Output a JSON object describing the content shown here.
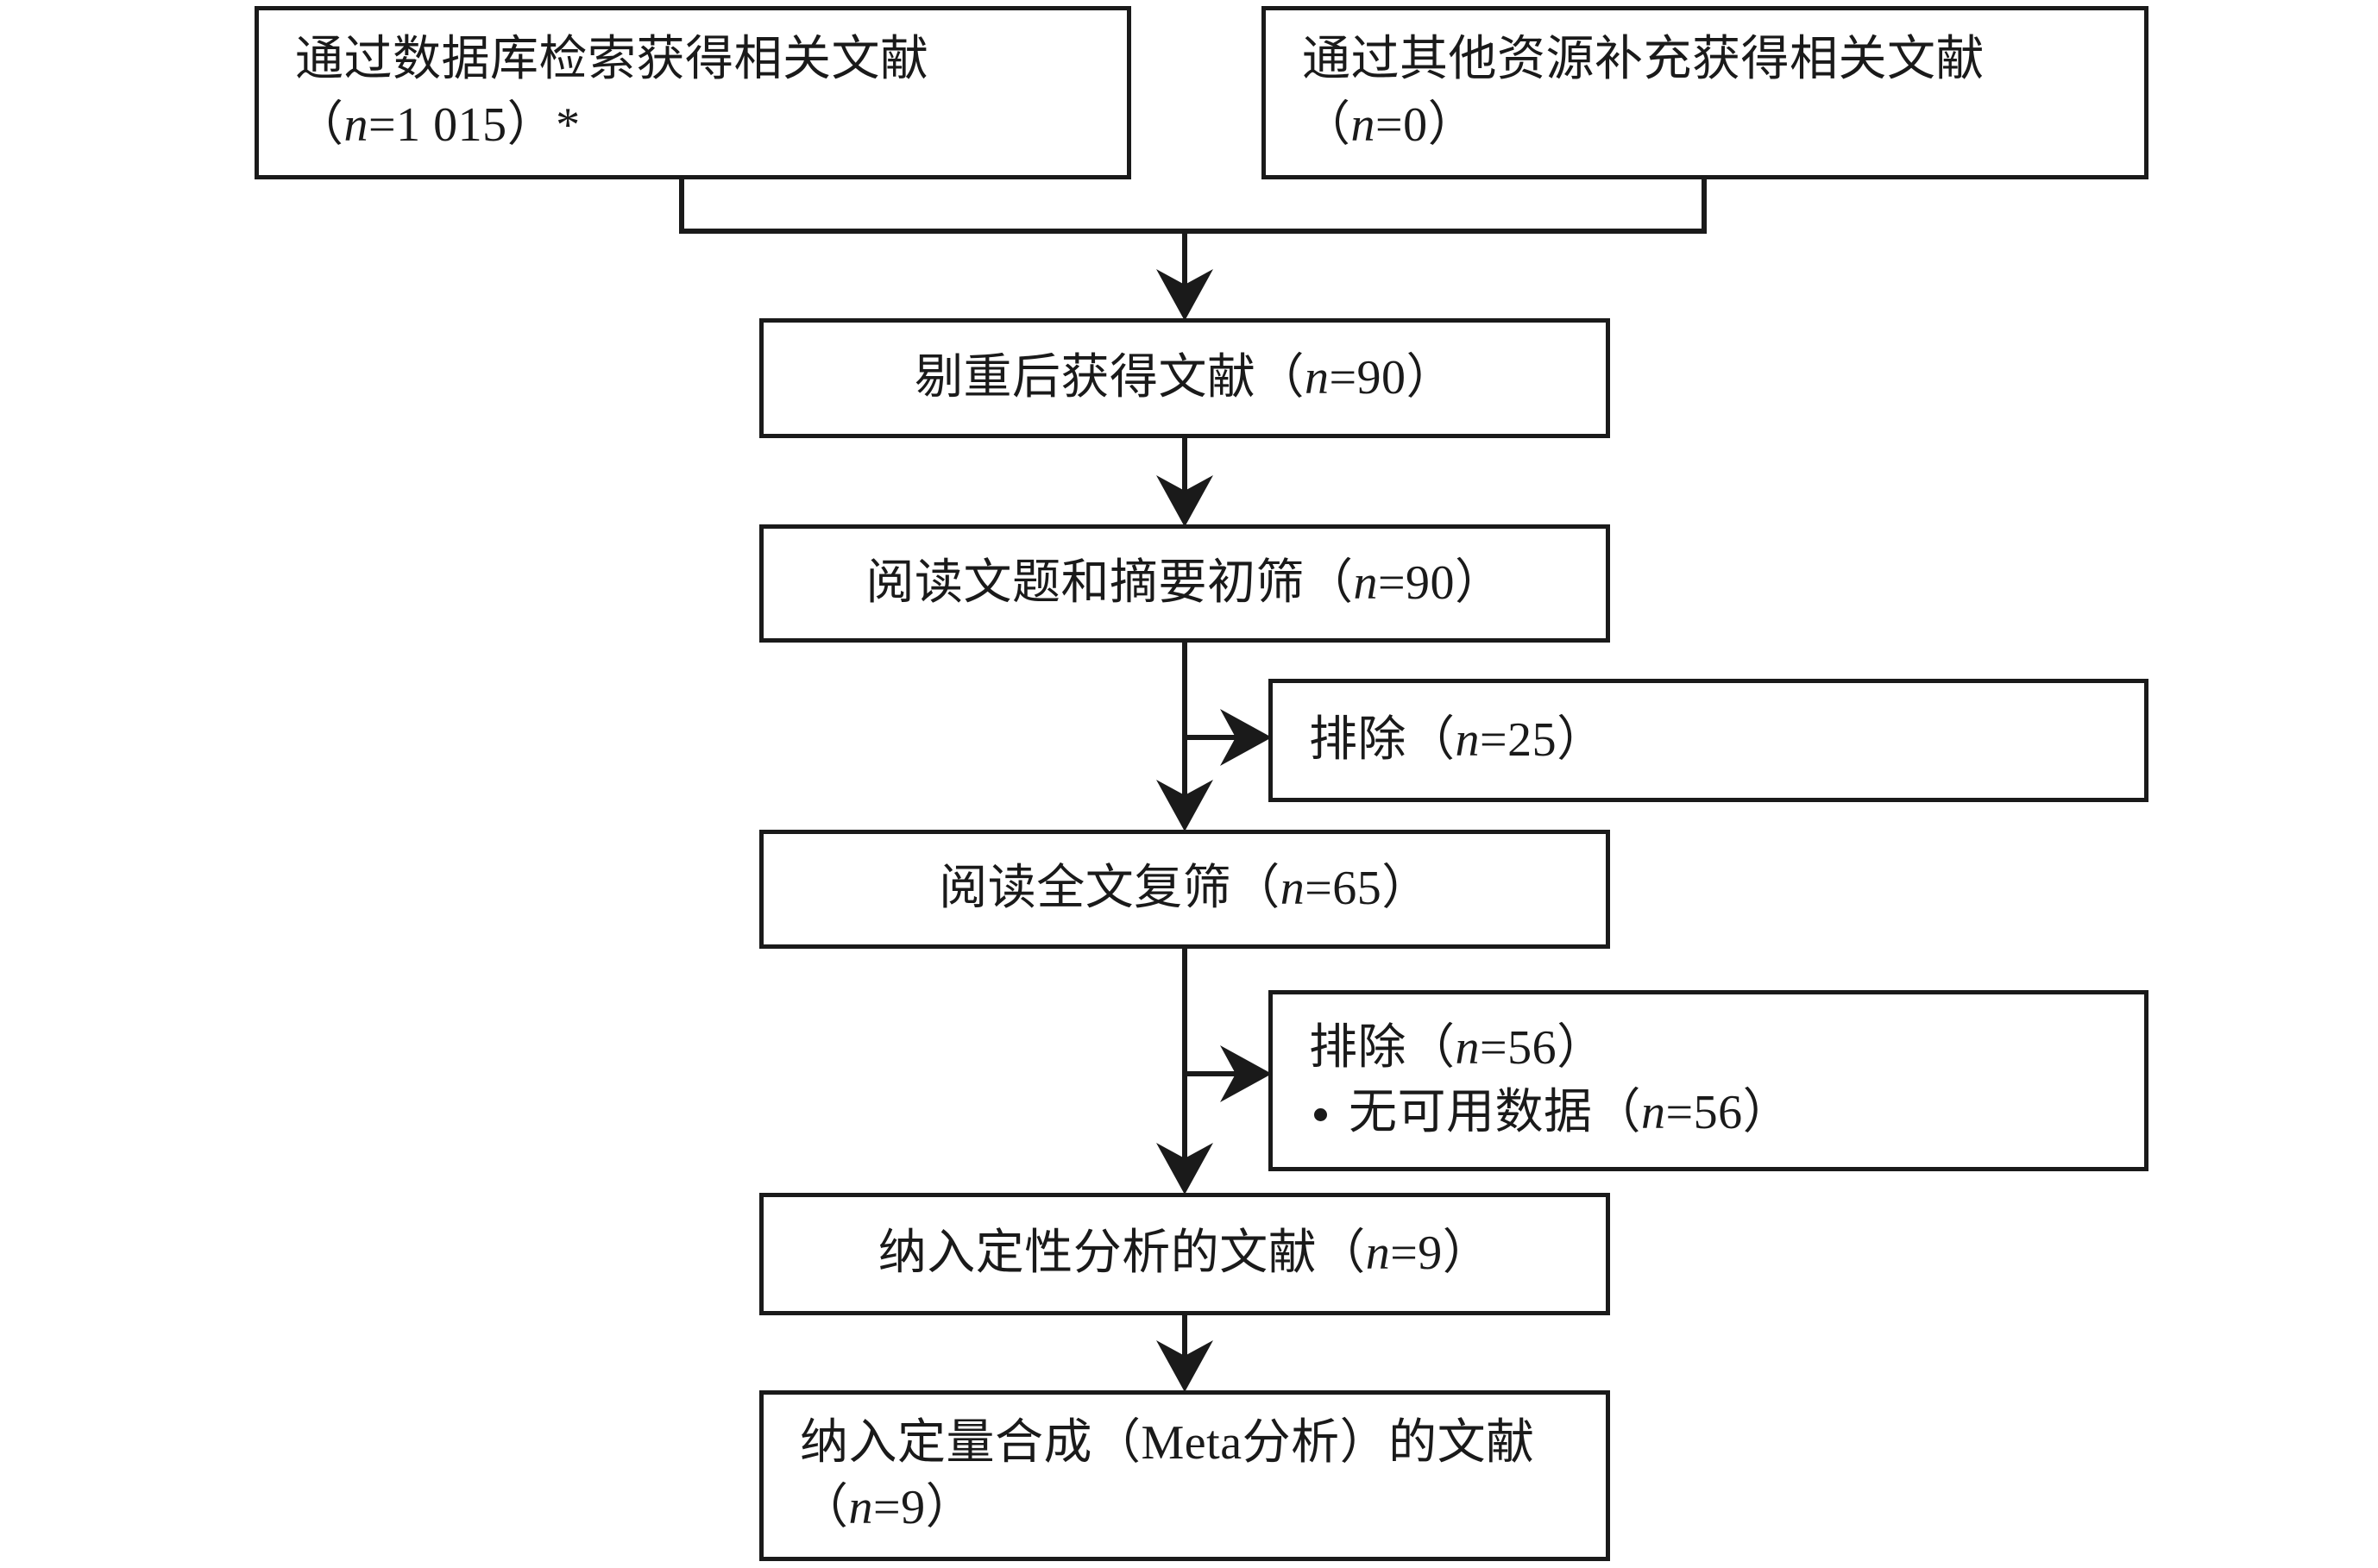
{
  "diagram": {
    "type": "prisma-flow-diagram",
    "title": "",
    "colors": {
      "stroke": "#1a1a1a",
      "background": "#ffffff",
      "text": "#1a1a1a"
    },
    "boxes": {
      "database_search": {
        "name": "database-search-records",
        "line1": "通过数据库检索获得相关文献",
        "line2_prefix": "（",
        "line2_var": "n",
        "line2_value": "=1 015",
        "line2_suffix": "）*",
        "n": 1015,
        "note_marker": "*"
      },
      "other_sources": {
        "name": "other-sources-records",
        "line1": "通过其他资源补充获得相关文献",
        "line2_prefix": "（",
        "line2_var": "n",
        "line2_value": "=0",
        "line2_suffix": "）",
        "n": 0
      },
      "after_dedup": {
        "name": "records-after-duplicates-removed",
        "prefix": "剔重后获得文献（",
        "var": "n",
        "value": "=90",
        "suffix": "）",
        "n": 90
      },
      "title_abstract_screen": {
        "name": "title-abstract-screening",
        "prefix": "阅读文题和摘要初筛（",
        "var": "n",
        "value": "=90",
        "suffix": "）",
        "n": 90
      },
      "excluded_screening": {
        "name": "excluded-after-screening",
        "prefix": "排除（",
        "var": "n",
        "value": "=25",
        "suffix": "）",
        "n": 25
      },
      "fulltext_screen": {
        "name": "full-text-screening",
        "prefix": "阅读全文复筛（",
        "var": "n",
        "value": "=65",
        "suffix": "）",
        "n": 65
      },
      "excluded_fulltext": {
        "name": "excluded-after-full-text",
        "prefix": "排除（",
        "var": "n",
        "value": "=56",
        "suffix": "）",
        "n": 56,
        "reasons": [
          {
            "prefix": "无可用数据（",
            "var": "n",
            "value": "=56",
            "suffix": "）",
            "n": 56
          }
        ]
      },
      "qualitative": {
        "name": "included-qualitative-synthesis",
        "prefix": "纳入定性分析的文献（",
        "var": "n",
        "value": "=9",
        "suffix": "）",
        "n": 9
      },
      "quantitative": {
        "name": "included-quantitative-synthesis",
        "line1": "纳入定量合成（Meta分析）的文献",
        "line2_prefix": "（",
        "line2_var": "n",
        "line2_value": "=9",
        "line2_suffix": "）",
        "n": 9
      }
    },
    "flow": {
      "merge_from": [
        "database_search",
        "other_sources"
      ],
      "sequence": [
        "after_dedup",
        "title_abstract_screen",
        "fulltext_screen",
        "qualitative",
        "quantitative"
      ],
      "side_branches": [
        {
          "from": "title_abstract_screen",
          "to": "excluded_screening"
        },
        {
          "from": "fulltext_screen",
          "to": "excluded_fulltext"
        }
      ]
    }
  }
}
